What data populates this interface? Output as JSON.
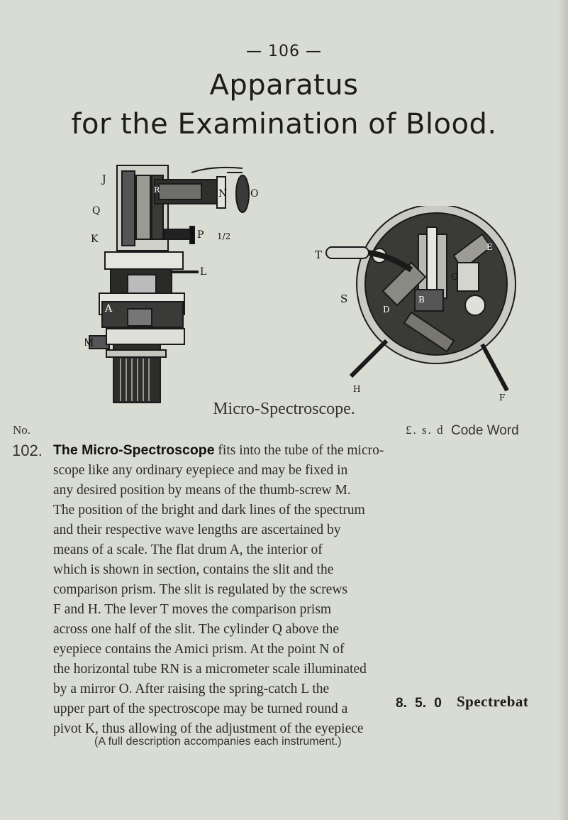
{
  "page": {
    "number": "— 106 —"
  },
  "title": {
    "line1": "Apparatus",
    "line2": "for the Examination of Blood."
  },
  "figure": {
    "caption": "Micro-Spectroscope.",
    "left_labels": {
      "J": "J",
      "Q": "Q",
      "K": "K",
      "M": "M",
      "A": "A",
      "R": "R",
      "N": "N",
      "O": "O",
      "P": "P",
      "L": "L",
      "half": "1/2"
    },
    "right_labels": {
      "T": "T",
      "S": "S",
      "E": "E",
      "C": "C",
      "B": "B",
      "D": "D",
      "H": "H",
      "F": "F"
    }
  },
  "columns": {
    "no": "No.",
    "lsd": "£. s. d",
    "code": "Code Word"
  },
  "item": {
    "number": "102.",
    "lead": "The Micro-Spectroscope",
    "lines": [
      "fits into the tube of the micro-",
      "scope like any ordinary eyepiece and may be fixed in",
      "any desired position by means of the thumb-screw M.",
      "The position of the bright and dark lines of the spectrum",
      "and their respective wave lengths are ascertained by",
      "means of a scale. The flat drum A, the interior of",
      "which is shown in section, contains the slit and the",
      "comparison prism. The slit is regulated by the screws",
      "F and H. The lever T moves the comparison prism",
      "across one half of the slit. The cylinder Q above the",
      "eyepiece contains the Amici prism. At the point N of",
      "the horizontal tube RN is a micrometer scale illuminated",
      "by a mirror O. After raising the spring-catch L the",
      "upper part of the spectroscope may be turned round a",
      "pivot K, thus allowing of the adjustment of the eyepiece"
    ],
    "price": "8. 5. 0",
    "code_word": "Spectrebat"
  },
  "note": "(A full description accompanies each instrument.)"
}
